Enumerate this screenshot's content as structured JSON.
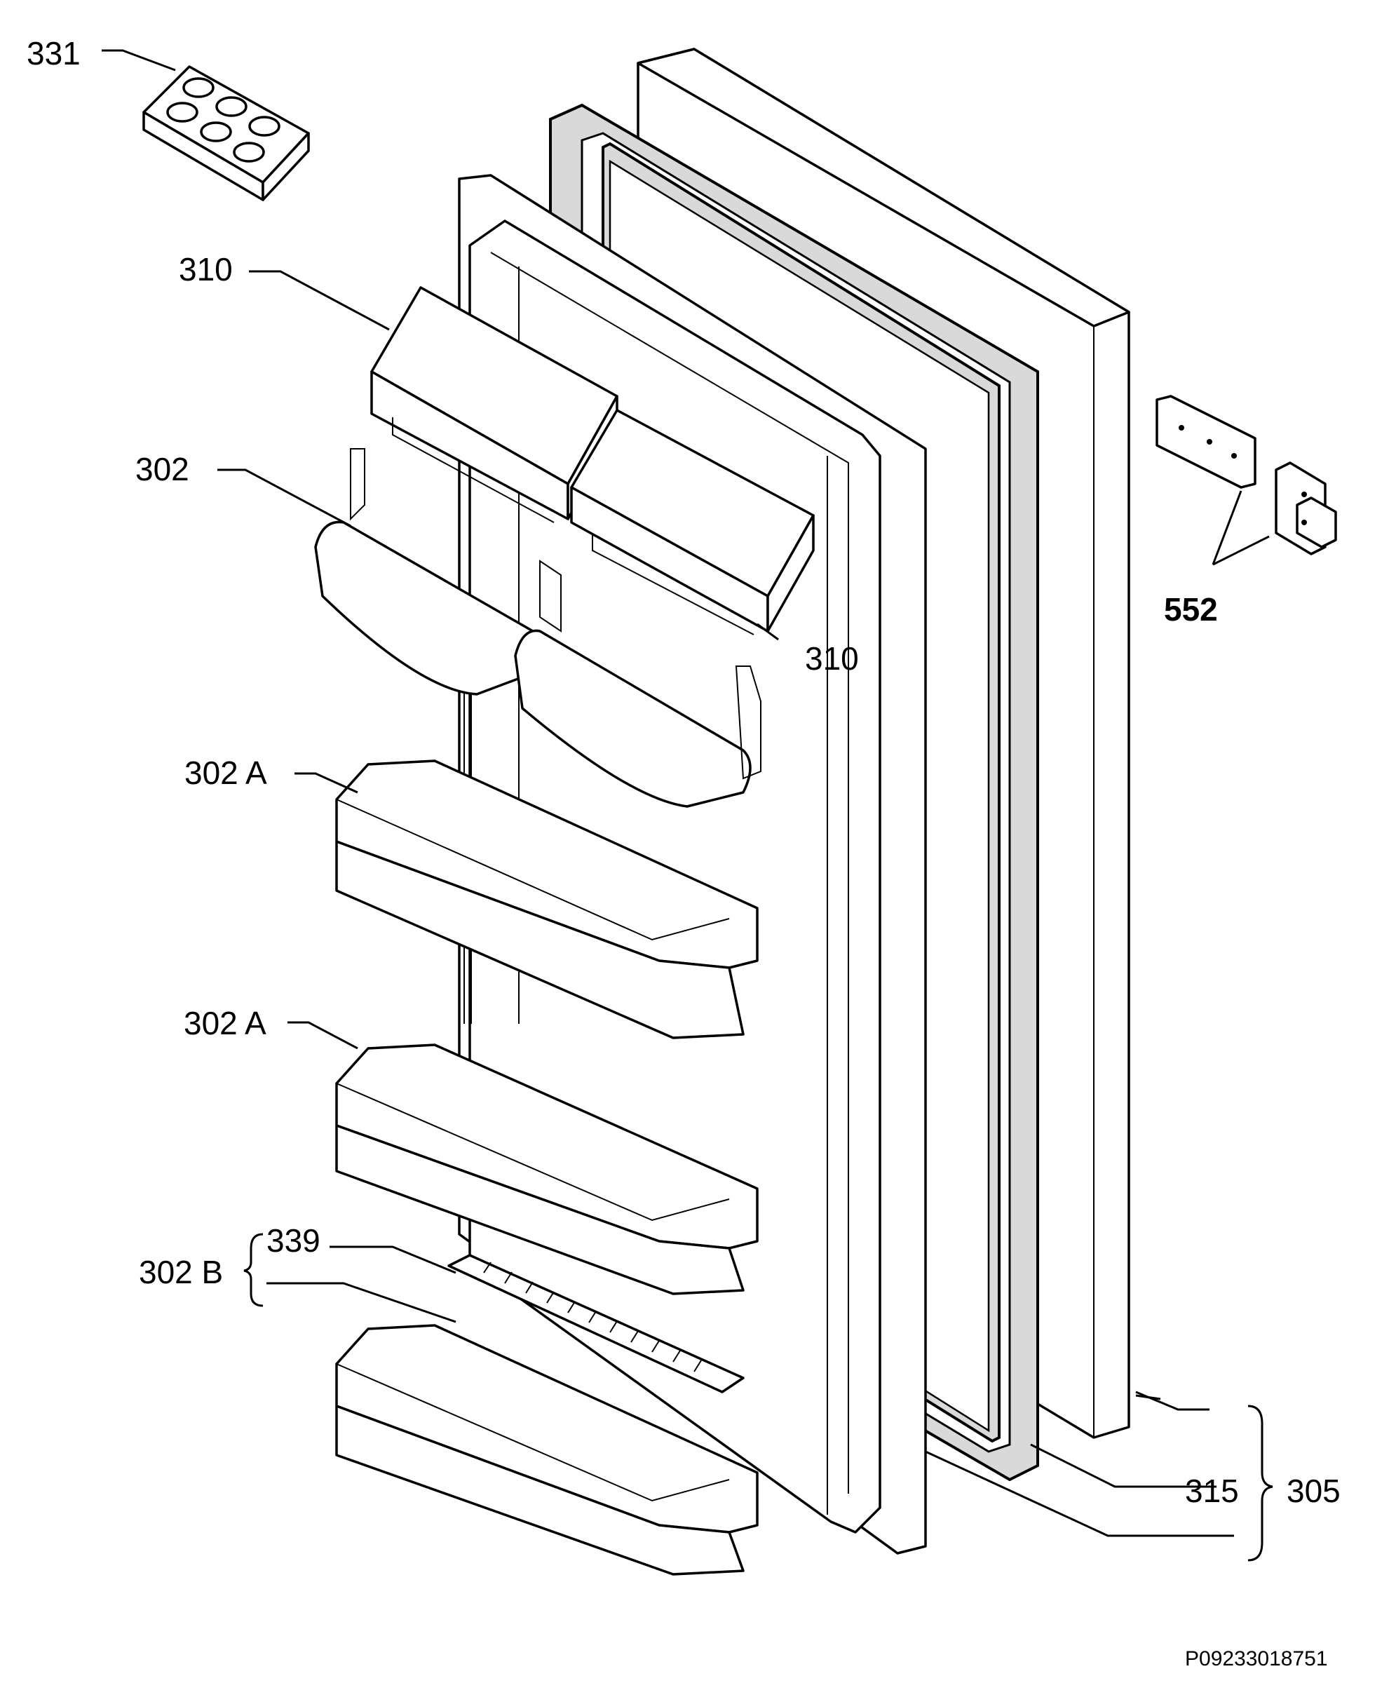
{
  "diagram": {
    "callouts": [
      {
        "id": "egg-tray",
        "label": "331"
      },
      {
        "id": "dairy-cover-left",
        "label": "310"
      },
      {
        "id": "dairy-cover-right",
        "label": "310"
      },
      {
        "id": "small-shelf",
        "label": "302"
      },
      {
        "id": "door-shelf-upper",
        "label": "302 A"
      },
      {
        "id": "door-shelf-middle",
        "label": "302 A"
      },
      {
        "id": "bottle-set",
        "label": "302 B"
      },
      {
        "id": "bottle-holder",
        "label": "339"
      },
      {
        "id": "hinge-set",
        "label": "552"
      },
      {
        "id": "gasket",
        "label": "315"
      },
      {
        "id": "door-assembly",
        "label": "305"
      }
    ],
    "drawing_code": "P09233018751"
  }
}
